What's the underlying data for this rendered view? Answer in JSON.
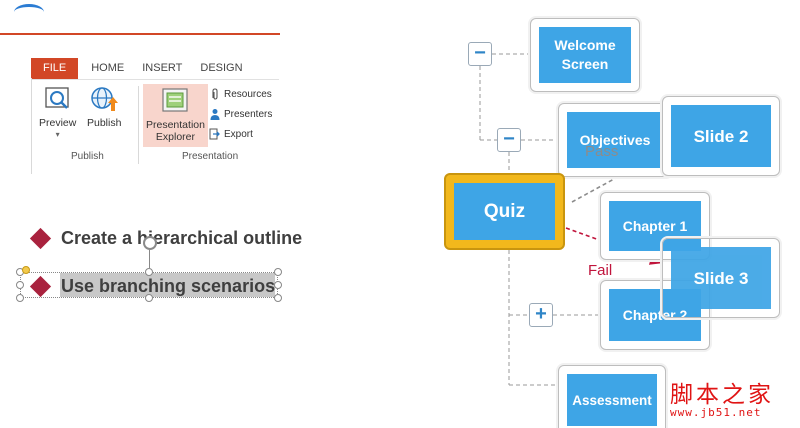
{
  "ribbon": {
    "tabs": [
      "FILE",
      "HOME",
      "INSERT",
      "DESIGN"
    ],
    "publish_group": {
      "label": "Publish",
      "buttons": [
        {
          "label": "Preview",
          "icon": "magnifier-icon"
        },
        {
          "label": "Publish",
          "icon": "globe-publish-icon"
        }
      ]
    },
    "presentation_group": {
      "label": "Presentation",
      "explorer_label_line1": "Presentation",
      "explorer_label_line2": "Explorer",
      "small_items": [
        "Resources",
        "Presenters",
        "Export"
      ]
    },
    "colors": {
      "file_tab": "#d24726",
      "active_button": "#f8d5cc"
    }
  },
  "slide": {
    "bullets": [
      "Create a hierarchical outline",
      "Use branching scenarios"
    ],
    "bullet_color": "#a9223e"
  },
  "diagram": {
    "nodes": {
      "welcome": "Welcome Screen",
      "objectives": "Objectives",
      "quiz": "Quiz",
      "chapter1": "Chapter 1",
      "chapter2": "Chapter 2",
      "assessment": "Assessment",
      "slide2": "Slide 2",
      "slide3": "Slide 3"
    },
    "pass_label": "Pass",
    "fail_label": "Fail",
    "toggles": [
      "−",
      "−",
      "+"
    ],
    "colors": {
      "node_fill": "#3ea5e6",
      "quiz_border": "#f2b81c",
      "pass": "#8c8c8c",
      "fail": "#c0143c"
    }
  },
  "watermark": {
    "main": "脚本之家",
    "sub": "www.jb51.net"
  }
}
